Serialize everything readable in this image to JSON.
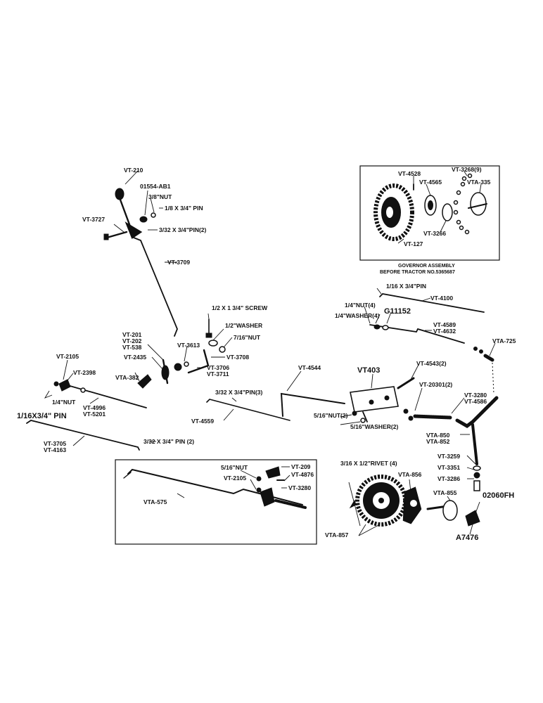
{
  "labels": {
    "vt210": "VT-210",
    "l01554": "01554-AB1",
    "nut38a": "3/8\"NUT",
    "pin18": "1/8 X 3/4\" PIN",
    "vt3727": "VT-3727",
    "pin3322": "3/32 X 3/4\"PIN(2)",
    "vt3709": "VT-3709",
    "screw": "1/2 X 1 3/4\" SCREW",
    "washer12": "1/2\"WASHER",
    "nut716": "7/16\"NUT",
    "vt201": "VT-201",
    "vt202": "VT-202",
    "vt538": "VT-538",
    "vt3613": "VT-3613",
    "vt3708": "VT-3708",
    "vt2435": "VT-2435",
    "vt3706": "VT-3706",
    "vt3711": "VT-3711",
    "vta382": "VTA-382",
    "vt2105a": "VT-2105",
    "vt2398": "VT-2398",
    "nut14": "1/4\"NUT",
    "vt4996": "VT-4996",
    "vt5201": "VT-5201",
    "pin116": "1/16X3/4\" PIN",
    "vt3705": "VT-3705",
    "vt4163": "VT-4163",
    "pin332b": "3/32 X 3/4\" PIN (2)",
    "vt4544": "VT-4544",
    "pin332c": "3/32 X 3/4\"PIN(3)",
    "vt4559": "VT-4559",
    "vt403": "VT403",
    "vt4543": "VT-4543(2)",
    "vt20301": "VT-20301(2)",
    "vt3280a": "VT-3280",
    "vt4586": "VT-4586",
    "nut516": "5/16\"NUT(2)",
    "washer516": "5/16\"WASHER(2)",
    "vta850": "VTA-850",
    "vta852": "VTA-852",
    "vt3259": "VT-3259",
    "vt3351": "VT-3351",
    "vt3286": "VT-3286",
    "vta855": "VTA-855",
    "l02060": "02060FH",
    "a7476": "A7476",
    "vta856": "VTA-856",
    "rivet": "3/16 X 1/2\"RIVET (4)",
    "vta857": "VTA-857",
    "vta725": "VTA-725",
    "vt4589": "VT-4589",
    "vt4632": "VT-4632",
    "g11152": "G11152",
    "washer4": "1/4\"WASHER(4)",
    "nut4": "1/4\"NUT(4)",
    "vt4100": "VT-4100",
    "pin116b": "1/16 X 3/4\"PIN",
    "inset_nut": "5/16\"NUT",
    "inset_vt209": "VT-209",
    "inset_vt4876": "VT-4876",
    "inset_vt2105": "VT-2105",
    "inset_vt3280": "VT-3280",
    "inset_vta575": "VTA-575",
    "gov_vt4528": "VT-4528",
    "gov_vt3268": "VT-3268(9)",
    "gov_vt4565": "VT-4565",
    "gov_vta335": "VTA-335",
    "gov_vt3266": "VT-3266",
    "gov_vt127": "VT-127",
    "gov_caption1": "GOVERNOR ASSEMBLY",
    "gov_caption2": "BEFORE TRACTOR NO.5365687"
  }
}
